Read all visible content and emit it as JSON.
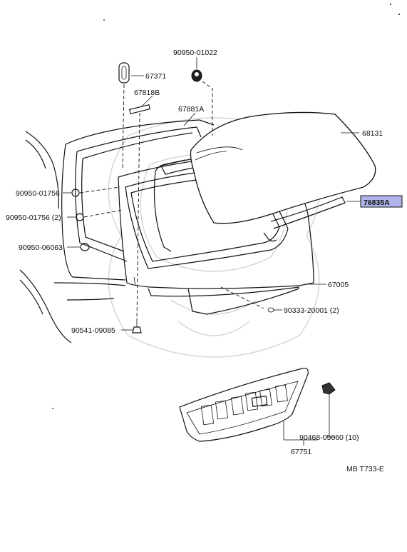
{
  "diagram": {
    "labels": {
      "p90950_01022": "90950-01022",
      "p67371": "67371",
      "p67818B": "67818B",
      "p67881A": "67881A",
      "p68131": "68131",
      "p76835A": "76835A",
      "p90950_01756": "90950-01756",
      "p90950_01756_2": "90950-01756 (2)",
      "p90950_06063": "90950-06063",
      "p67005": "67005",
      "p90333_20001": "90333-20001 (2)",
      "p90541_09085": "90541-09085",
      "p90468_05060": "90468-05060 (10)",
      "p67751": "67751"
    },
    "reference": "MB T733-E",
    "highlight_color": "#aeb4ea"
  }
}
